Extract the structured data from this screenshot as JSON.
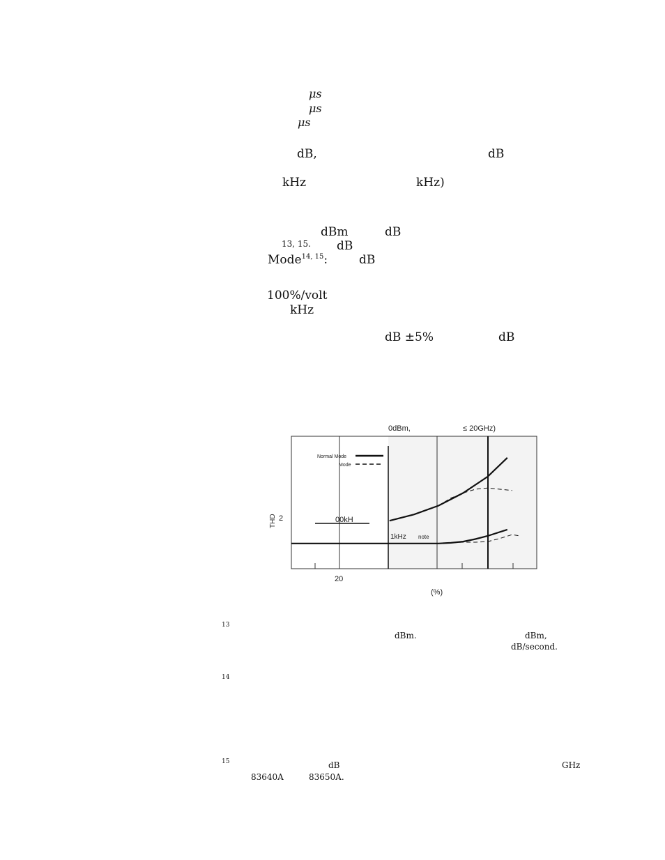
{
  "spec_lines": {
    "mu1": "μs",
    "mu2": "μs",
    "mu3": "μs",
    "db_a": "dB,",
    "db_b": "dB",
    "khz_a": "kHz",
    "khz_b": "kHz)",
    "dbm": "dBm",
    "db_c": "dB",
    "fn_1315": "13, 15.",
    "db_d": "dB",
    "mode_word": "Mode",
    "mode_sup": "14, 15",
    "mode_colon": ":",
    "db_e": "dB",
    "percent_volt": "100%/volt",
    "khz_c": "kHz",
    "db_pm5": "dB ±5%",
    "db_f": "dB"
  },
  "chart": {
    "title_a": "0dBm,",
    "title_b": "≤ 20GHz)",
    "ylabel": "THD",
    "ytick": "2",
    "xtick": "20",
    "xlabel": "(%)",
    "legend_normal": "Normal  Mode",
    "legend_other": "Mode",
    "label_100k": "00kH",
    "label_1k": "1kHz",
    "label_note": "note"
  },
  "chart_data": {
    "type": "line",
    "title": "0dBm, ≤ 20GHz)",
    "ylabel": "THD",
    "xlabel": "(%)",
    "x_tick_labels": [
      "20"
    ],
    "y_tick_labels": [
      "2"
    ],
    "series": [
      {
        "name": "Normal  Mode",
        "style": "solid",
        "x": [
          40,
          50,
          60,
          70,
          80,
          88
        ],
        "y": [
          3.8,
          4.3,
          5.0,
          6.0,
          7.3,
          8.8
        ]
      },
      {
        "name": "Mode",
        "style": "dashed",
        "x": [
          60,
          65,
          70,
          75,
          80,
          85,
          90
        ],
        "y": [
          5.0,
          5.6,
          6.0,
          6.3,
          6.4,
          6.3,
          6.2
        ]
      },
      {
        "name": "Normal  Mode",
        "style": "solid",
        "x": [
          0,
          20,
          40,
          60,
          65,
          70,
          75,
          80,
          88
        ],
        "y": [
          2.0,
          2.0,
          2.0,
          2.0,
          2.05,
          2.15,
          2.35,
          2.6,
          3.1
        ]
      },
      {
        "name": "Mode",
        "style": "dashed",
        "x": [
          60,
          65,
          70,
          75,
          80,
          85,
          90,
          93
        ],
        "y": [
          2.0,
          2.05,
          2.1,
          2.1,
          2.15,
          2.4,
          2.7,
          2.6
        ]
      }
    ]
  },
  "footnotes": {
    "fn13_num": "13",
    "fn13_dbm1": "dBm.",
    "fn13_dbm2": "dBm,",
    "fn13_dbsec": "dB/second.",
    "fn14_num": "14",
    "fn15_num": "15",
    "fn15_db": "dB",
    "fn15_ghz": "GHz",
    "fn15_m1": "83640A",
    "fn15_m2": "83650A."
  }
}
